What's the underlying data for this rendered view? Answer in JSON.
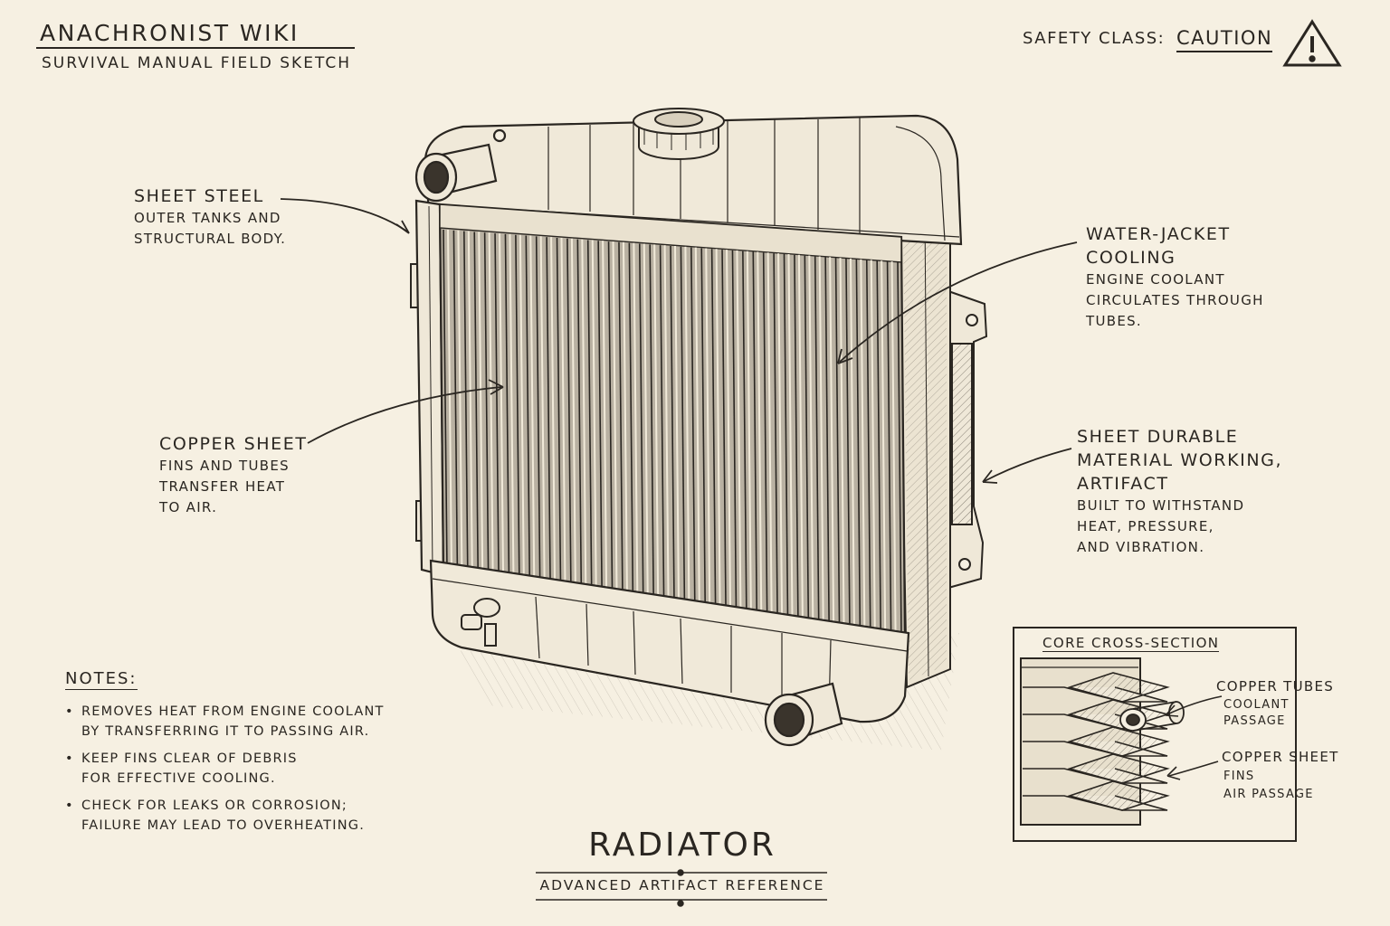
{
  "header": {
    "title": "ANACHRONIST WIKI",
    "subtitle": "SURVIVAL MANUAL FIELD SKETCH"
  },
  "safety": {
    "label": "SAFETY CLASS:",
    "value": "CAUTION",
    "icon": "warning-triangle-icon"
  },
  "callouts": {
    "sheet_steel": {
      "heading": "SHEET STEEL",
      "lines": [
        "OUTER TANKS AND",
        "STRUCTURAL BODY."
      ]
    },
    "water_jacket": {
      "heading": [
        "WATER-JACKET",
        "COOLING"
      ],
      "lines": [
        "ENGINE COOLANT",
        "CIRCULATES THROUGH",
        "TUBES."
      ]
    },
    "copper_sheet": {
      "heading": "COPPER SHEET",
      "lines": [
        "FINS AND TUBES",
        "TRANSFER HEAT",
        "TO AIR."
      ]
    },
    "durable": {
      "heading": [
        "SHEET DURABLE",
        "MATERIAL WORKING,",
        "ARTIFACT"
      ],
      "lines": [
        "BUILT TO WITHSTAND",
        "HEAT, PRESSURE,",
        "AND VIBRATION."
      ]
    }
  },
  "notes": {
    "title": "NOTES:",
    "items": [
      [
        "REMOVES HEAT FROM ENGINE COOLANT",
        "BY TRANSFERRING IT TO PASSING AIR."
      ],
      [
        "KEEP FINS CLEAR OF DEBRIS",
        "FOR EFFECTIVE COOLING."
      ],
      [
        "CHECK FOR LEAKS OR CORROSION;",
        "FAILURE MAY LEAD TO OVERHEATING."
      ]
    ]
  },
  "title_block": {
    "title": "RADIATOR",
    "subtitle": "ADVANCED ARTIFACT REFERENCE"
  },
  "cross_section": {
    "title": "CORE CROSS-SECTION",
    "tubes": {
      "heading": "COPPER TUBES",
      "lines": [
        "COOLANT",
        "PASSAGE"
      ]
    },
    "fins": {
      "heading": "COPPER SHEET",
      "lines": [
        "FINS",
        "AIR PASSAGE"
      ]
    }
  }
}
